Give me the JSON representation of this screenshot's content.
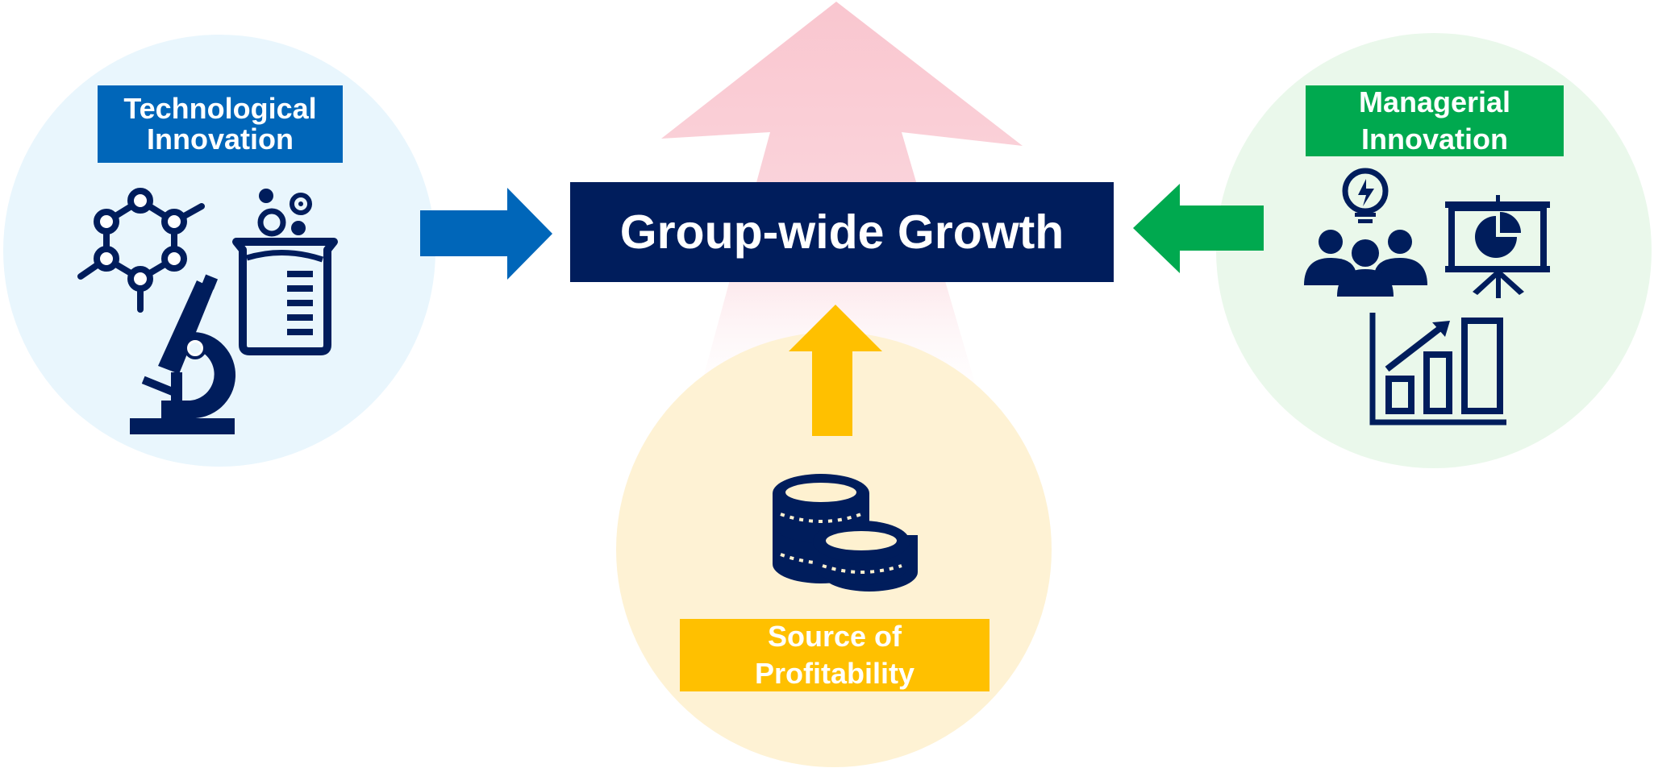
{
  "center": {
    "title": "Group-wide Growth"
  },
  "left": {
    "label": "Technological\nInnovation"
  },
  "right": {
    "label": "Managerial\nInnovation"
  },
  "bottom": {
    "label": "Source of\nProfitability"
  },
  "colors": {
    "navy": "#001D5C",
    "blue": "#0066B9",
    "green": "#00A94F",
    "yellow": "#FFC000",
    "pink": "#F9C6CF",
    "circle_blue": "#E9F6FD",
    "circle_green": "#EAF8EB",
    "circle_yellow": "#FEF1D0"
  },
  "icons": [
    "molecule-icon",
    "beaker-icon",
    "microscope-icon",
    "team-idea-icon",
    "presentation-icon",
    "growth-chart-icon",
    "coins-icon"
  ]
}
